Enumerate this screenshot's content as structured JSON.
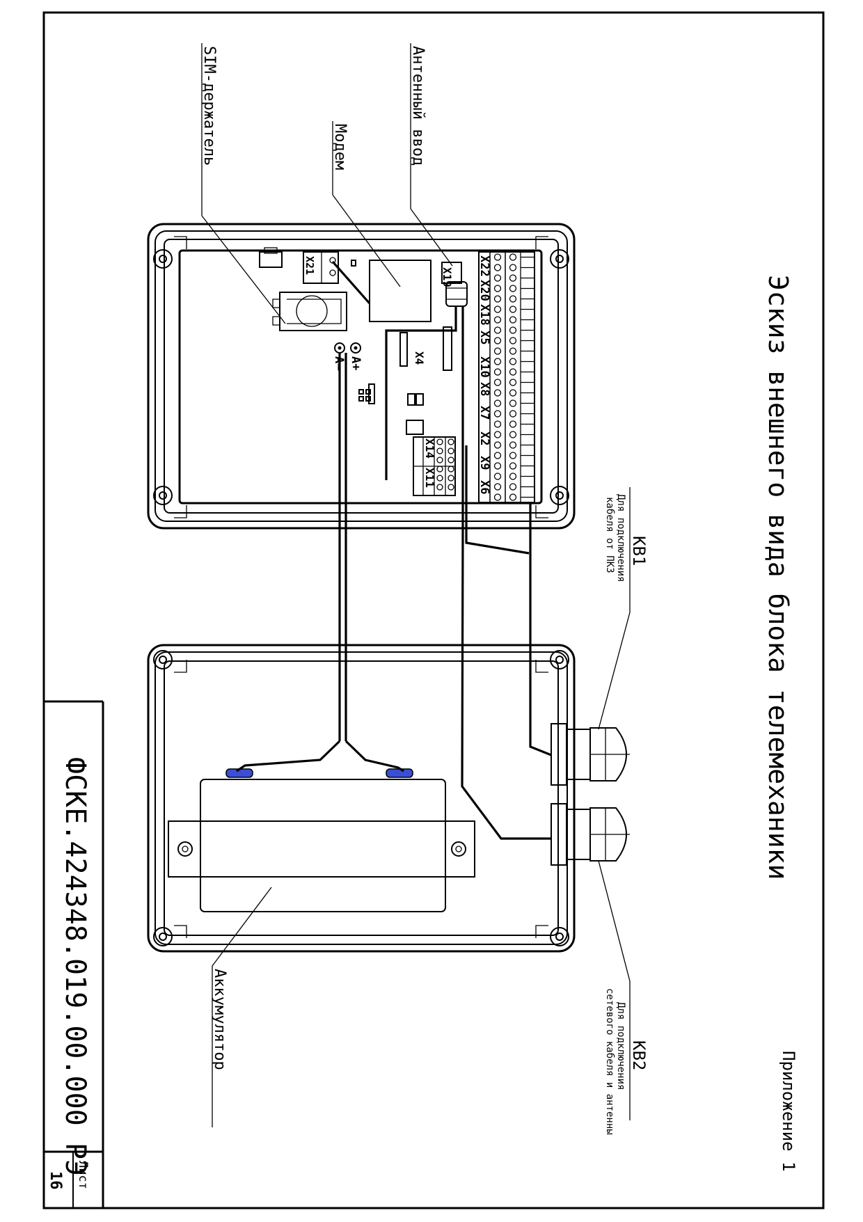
{
  "page": {
    "appendix": "Приложение 1",
    "main_title": "Эскиз внешнего вида  блока телемеханики",
    "designation": "ФСКЕ.424348.019.00.000 РЭ",
    "sheet_label": "Лист",
    "sheet_number": "16"
  },
  "callouts": {
    "antenna_input": "Антенный ввод",
    "modem": "Модем",
    "sim_holder": "SIM-держатель",
    "battery": "Аккумулятор",
    "kb1": "КВ1",
    "kb1_desc_line1": "Для подключения",
    "kb1_desc_line2": "кабеля от ПКЗ",
    "kb2": "КВ2",
    "kb2_desc_line1": "Для подключения",
    "kb2_desc_line2": "сетевого кабеля и антенны"
  },
  "board": {
    "connectors_top": [
      "X22",
      "X20",
      "X18",
      "X5",
      "X10",
      "X8",
      "X7",
      "X2",
      "X9",
      "X6"
    ],
    "connectors_side": [
      "X14",
      "X11"
    ],
    "x21": "X21",
    "x19": "X19",
    "x4": "X4",
    "a_plus": "A+",
    "a_minus": "A–"
  },
  "colors": {
    "fuse_body": "#3a4fd6",
    "ink": "#000000"
  }
}
